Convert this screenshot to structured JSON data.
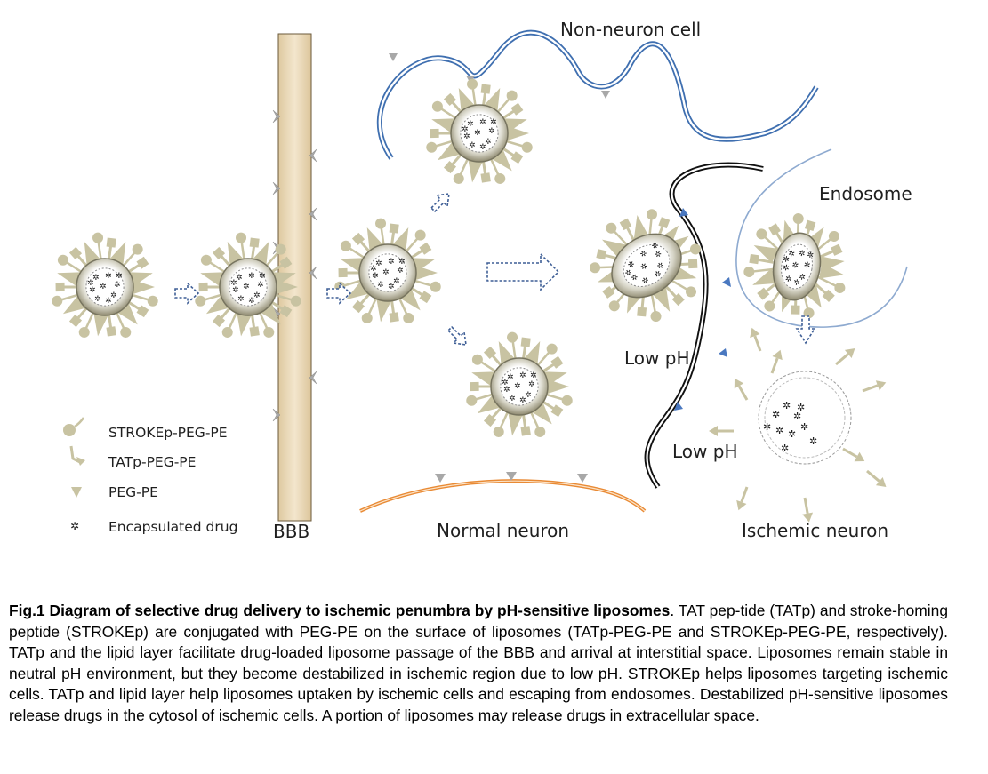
{
  "labels": {
    "non_neuron_cell": "Non-neuron cell",
    "endosome": "Endosome",
    "low_ph_1": "Low pH",
    "low_ph_2": "Low pH",
    "bbb": "BBB",
    "normal_neuron": "Normal neuron",
    "ischemic_neuron": "Ischemic neuron"
  },
  "legend": [
    {
      "label": "STROKEp-PEG-PE",
      "icon": "ball-on-stem-icon"
    },
    {
      "label": "TATp-PEG-PE",
      "icon": "bent-tail-icon"
    },
    {
      "label": "PEG-PE",
      "icon": "triangle-icon"
    },
    {
      "label": "Encapsulated drug",
      "icon": "drug-star-icon"
    }
  ],
  "caption": {
    "title": "Fig.1 Diagram of selective drug delivery to ischemic penumbra by pH-sensitive liposomes",
    "body": ". TAT pep-tide (TATp) and stroke-homing peptide (STROKEp) are conjugated with PEG-PE on the surface of liposomes (TATp-PEG-PE and STROKEp-PEG-PE, respectively). TATp and the lipid layer facilitate drug-loaded liposome passage of the BBB and arrival at interstitial space. Liposomes remain stable in neutral pH environment, but they become destabilized in ischemic region due to low pH. STROKEp helps liposomes targeting ischemic cells. TATp and lipid layer help liposomes uptaken by ischemic cells and escaping from endosomes. Destabilized pH-sensitive liposomes release drugs in the cytosol of ischemic cells. A portion of liposomes may release drugs in extracellular space."
  },
  "colors": {
    "ligand": "#c8c3a2",
    "membrane_blue": "#3f6fb0",
    "neuron_orange": "#e98a34",
    "bbb_fill": "#eddcbd",
    "arrow_dash": "#3f5f96"
  }
}
